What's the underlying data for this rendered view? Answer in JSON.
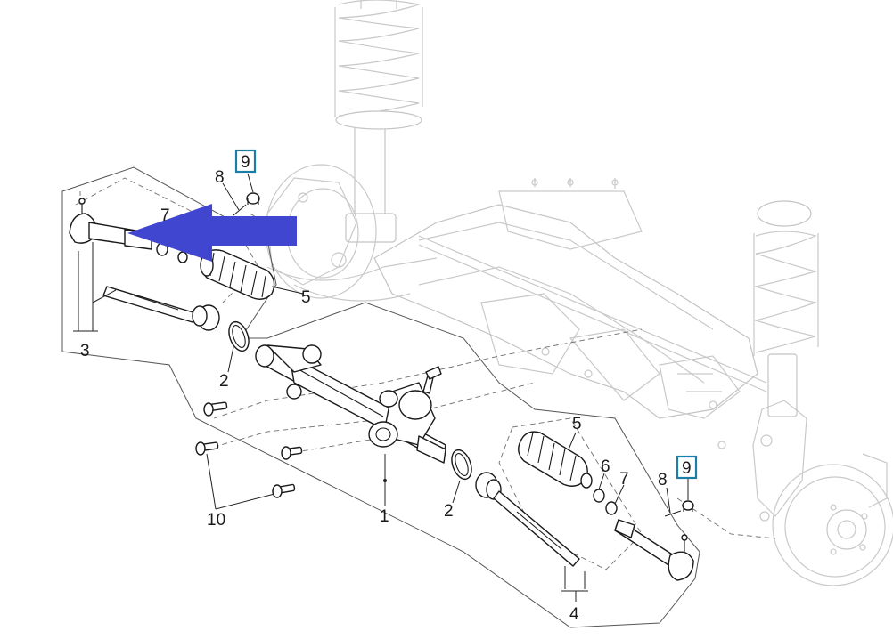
{
  "callouts": {
    "n1": "1",
    "n2_left": "2",
    "n2_right": "2",
    "n3": "3",
    "n4": "4",
    "n5_left": "5",
    "n5_right": "5",
    "n6": "6",
    "n7_left": "7",
    "n7_right": "7",
    "n8_left": "8",
    "n8_right": "8",
    "n9_left": "9",
    "n9_right": "9",
    "n10": "10"
  },
  "colors": {
    "highlight_box": "#1a7fa6",
    "arrow": "#4046cf",
    "ghost_lines": "#c9c9c9",
    "part_lines": "#1a1a1a"
  }
}
